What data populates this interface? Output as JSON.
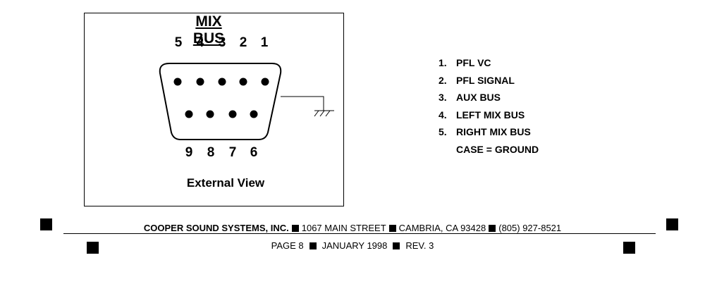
{
  "diagram": {
    "title": "MIX BUS",
    "top_pins": [
      "5",
      "4",
      "3",
      "2",
      "1"
    ],
    "bottom_pins": [
      "9",
      "8",
      "7",
      "6"
    ],
    "view_label": "External View"
  },
  "legend": [
    {
      "num": "1.",
      "label": "PFL VC"
    },
    {
      "num": "2.",
      "label": "PFL SIGNAL"
    },
    {
      "num": "3.",
      "label": "AUX BUS"
    },
    {
      "num": "4.",
      "label": "LEFT MIX BUS"
    },
    {
      "num": "5.",
      "label": "RIGHT MIX BUS"
    },
    {
      "num": "",
      "label": "CASE = GROUND"
    }
  ],
  "footer": {
    "company": "COOPER SOUND SYSTEMS, INC.",
    "address": "1067 MAIN STREET",
    "city": "CAMBRIA, CA 93428",
    "phone": "(805) 927-8521",
    "page": "PAGE 8",
    "date": "JANUARY 1998",
    "rev": "REV. 3"
  }
}
